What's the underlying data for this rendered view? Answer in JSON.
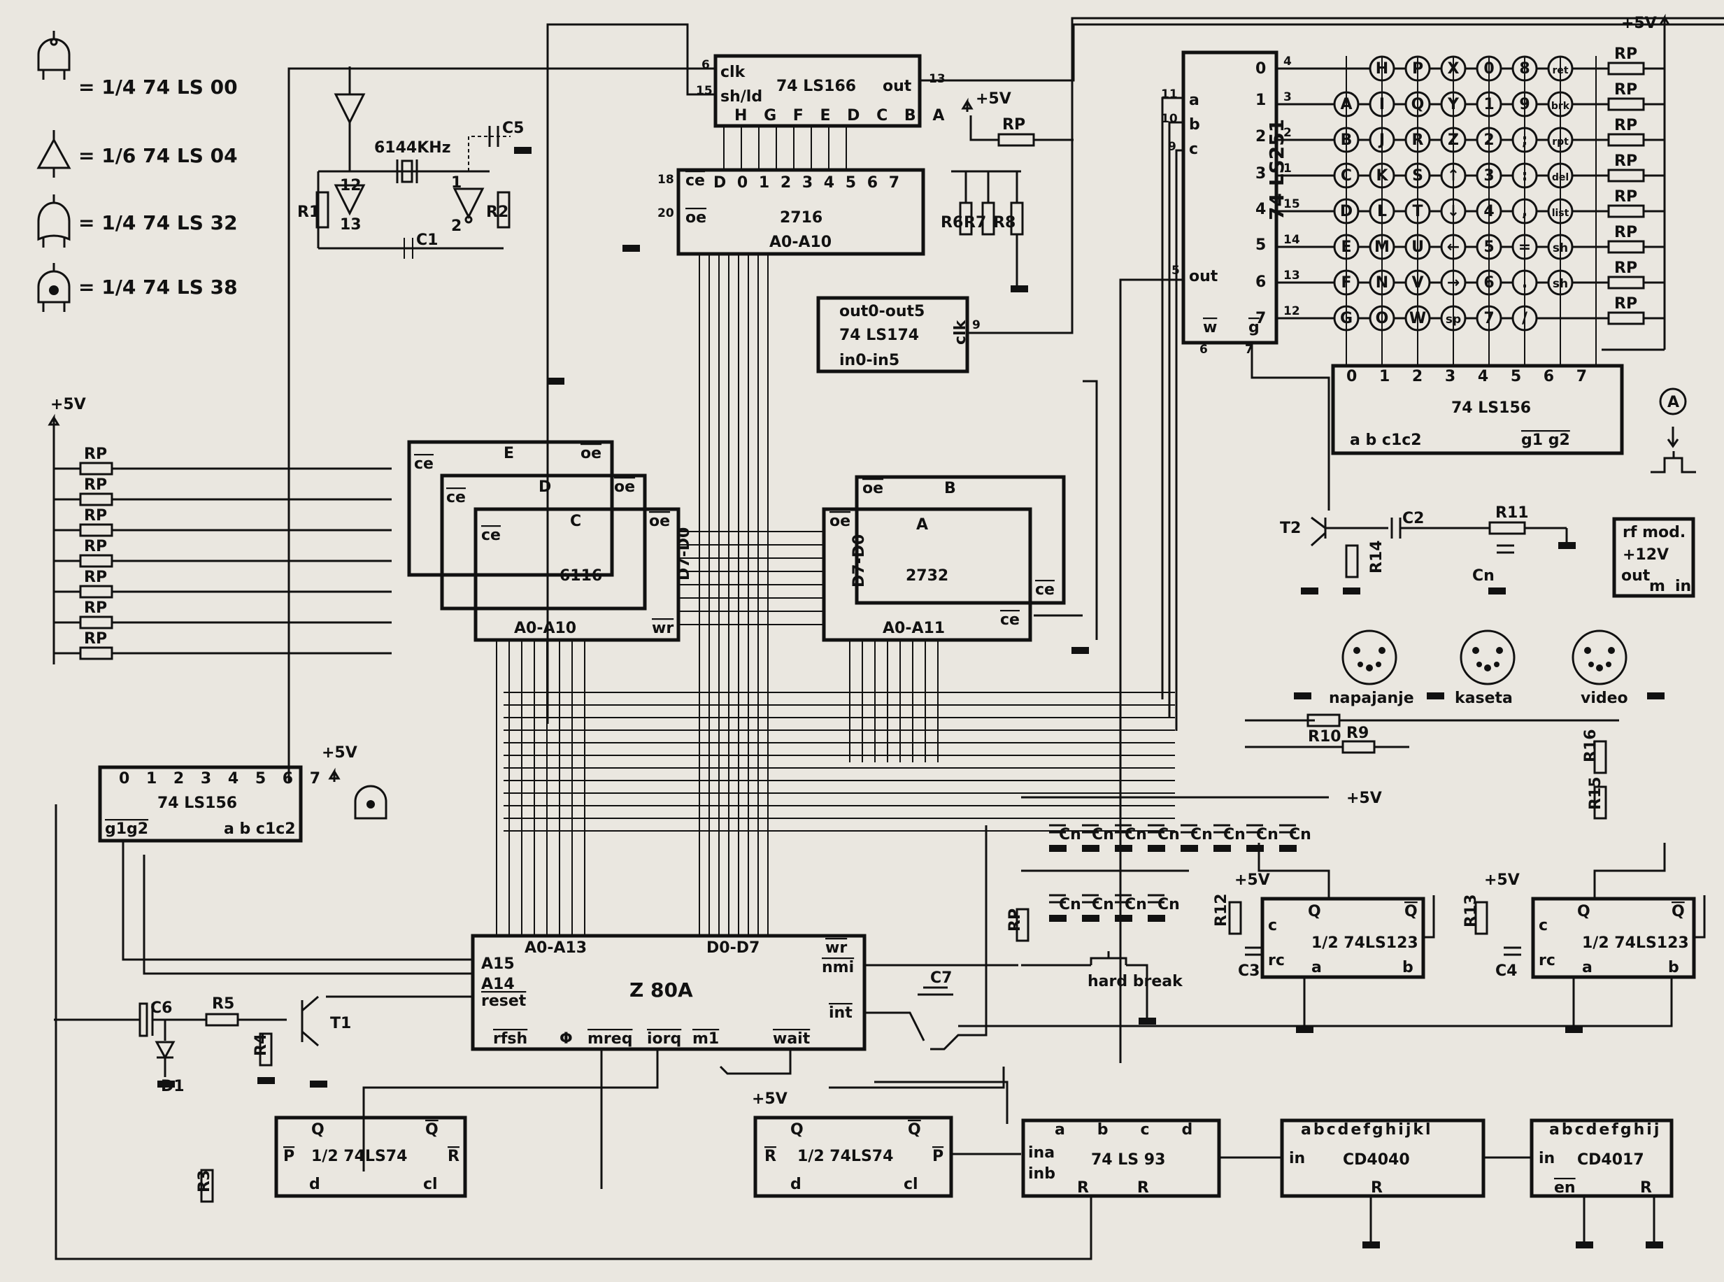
{
  "legend": [
    {
      "text": "= 1/4  74 LS 00",
      "gate": "nand"
    },
    {
      "text": "= 1/6  74 LS 04",
      "gate": "inverter"
    },
    {
      "text": "= 1/4  74 LS 32",
      "gate": "or"
    },
    {
      "text": "= 1/4  74 LS 38",
      "gate": "nand-oc"
    }
  ],
  "chips": {
    "ls166": {
      "name": "74 LS166",
      "clk": "clk",
      "shld": "sh/ld",
      "out": "out",
      "inputs": "H G F E D C B A",
      "p_clk": "6",
      "p_shld": "15",
      "p_out": "13"
    },
    "eprom2716": {
      "name": "2716",
      "data": "D 0  1  2  3  4  5  6  7",
      "ce": "ce",
      "oe": "oe",
      "addr": "A0-A10",
      "p_ce": "18",
      "p_oe": "20"
    },
    "ls174": {
      "name": "74 LS174",
      "out": "out0-out5",
      "in": "in0-in5",
      "clk": "clk",
      "p_clk": "9"
    },
    "ls251": {
      "name": "74 LS251",
      "a": "a",
      "b": "b",
      "c": "c",
      "out": "out",
      "w": "w",
      "g": "g",
      "inputs": [
        "0",
        "1",
        "2",
        "3",
        "4",
        "5",
        "6",
        "7"
      ],
      "p_a": "11",
      "p_b": "10",
      "p_c": "9",
      "p_out": "5",
      "p_w": "6",
      "p_g": "7"
    },
    "ls156_kbd": {
      "name": "74 LS156",
      "outputs": "0   1   2   3   4   5   6   7",
      "ctrl": "a  b  c1c2",
      "g": "g1  g2"
    },
    "ram_e": {
      "name": "E",
      "ce": "ce",
      "oe": "oe"
    },
    "ram_d": {
      "name": "D",
      "ce": "ce",
      "oe": "oe"
    },
    "ram_c": {
      "name": "C",
      "type": "6116",
      "ce": "ce",
      "oe": "oe",
      "addr": "A0-A10",
      "data": "D7-D0",
      "wr": "wr"
    },
    "rom_b": {
      "name": "B",
      "oe": "oe"
    },
    "rom_a": {
      "name": "A",
      "type": "2732",
      "oe": "oe",
      "ce": "ce",
      "addr": "A0-A11",
      "data": "D7-D0"
    },
    "ls156_dec": {
      "name": "74 LS156",
      "outputs": "0  1  2  3  4  5  6  7",
      "g": "g1g2",
      "ctrl": "a  b  c1c2"
    },
    "z80": {
      "name": "Z 80A",
      "addr": "A0-A13",
      "data": "D0-D7",
      "a15": "A15",
      "a14": "A14",
      "reset": "reset",
      "wr": "wr",
      "nmi": "nmi",
      "int": "int",
      "rfsh": "rfsh",
      "phi": "Φ",
      "mreq": "mreq",
      "iorq": "iorq",
      "m1": "m1",
      "wait": "wait"
    },
    "ls74a": {
      "name": "1/2 74LS74",
      "q": "Q",
      "qn": "Q",
      "p": "P",
      "r": "R",
      "d": "d",
      "cl": "cl"
    },
    "ls74b": {
      "name": "1/2 74LS74",
      "q": "Q",
      "qn": "Q",
      "p": "P",
      "r": "R",
      "d": "d",
      "cl": "cl"
    },
    "ls93": {
      "name": "74 LS 93",
      "ina": "ina",
      "inb": "inb",
      "outs": "a      b      c      d",
      "r": "R         R"
    },
    "cd4040": {
      "name": "CD4040",
      "outs": "abcdefghijkl",
      "in": "in",
      "r": "R"
    },
    "cd4017": {
      "name": "CD4017",
      "outs": "abcdefghij",
      "in": "in",
      "en": "en",
      "r": "R"
    },
    "ls123a": {
      "name": "1/2 74LS123",
      "q": "Q",
      "qn": "Q",
      "c": "c",
      "rc": "rc",
      "a": "a",
      "b": "b"
    },
    "ls123b": {
      "name": "1/2 74LS123",
      "q": "Q",
      "qn": "Q",
      "c": "c",
      "rc": "rc",
      "a": "a",
      "b": "b"
    },
    "rfmod": {
      "name": "rf mod.",
      "v": "+12V",
      "out": "out",
      "m": "m",
      "in": "in"
    }
  },
  "components": {
    "crystal": "6144KHz",
    "c5": "C5",
    "c1": "C1",
    "r1": "R1",
    "r2": "R2",
    "r6": "R6",
    "r7": "R7",
    "r8": "R8",
    "rp": "RP",
    "vcc": "+5V",
    "t1": "T1",
    "t2": "T2",
    "c6": "C6",
    "r5": "R5",
    "d1": "D1",
    "r4": "R4",
    "r3": "R3",
    "c7": "C7",
    "hard_break": "hard break",
    "c2": "C2",
    "r11": "R11",
    "r14": "R14",
    "cn": "Cn",
    "r10": "R10",
    "r9": "R9",
    "r12": "R12",
    "r13": "R13",
    "r15": "R15",
    "r16": "R16",
    "c3": "C3",
    "c4": "C4",
    "napajanje": "napajanje",
    "kaseta": "kaseta",
    "video": "video"
  },
  "keyboard": {
    "rows": [
      [
        "H",
        "P",
        "X",
        "0",
        "8",
        "ret"
      ],
      [
        "A",
        "I",
        "Q",
        "Y",
        "1",
        "9",
        "brk"
      ],
      [
        "B",
        "J",
        "R",
        "Z",
        "2",
        ";",
        "rpt"
      ],
      [
        "C",
        "K",
        "S",
        "↑",
        "3",
        ":",
        "del"
      ],
      [
        "D",
        "L",
        "T",
        "↓",
        "4",
        ",",
        "list"
      ],
      [
        "E",
        "M",
        "U",
        "←",
        "5",
        "=",
        "sh"
      ],
      [
        "F",
        "N",
        "V",
        "→",
        "6",
        ".",
        "sh"
      ],
      [
        "G",
        "O",
        "W",
        "sp",
        "7",
        "/"
      ]
    ],
    "row_pins": [
      "4",
      "3",
      "2",
      "1",
      "15",
      "14",
      "13",
      "12"
    ],
    "row_labels": [
      "0",
      "1",
      "2",
      "3",
      "4",
      "5",
      "6",
      "7"
    ]
  }
}
